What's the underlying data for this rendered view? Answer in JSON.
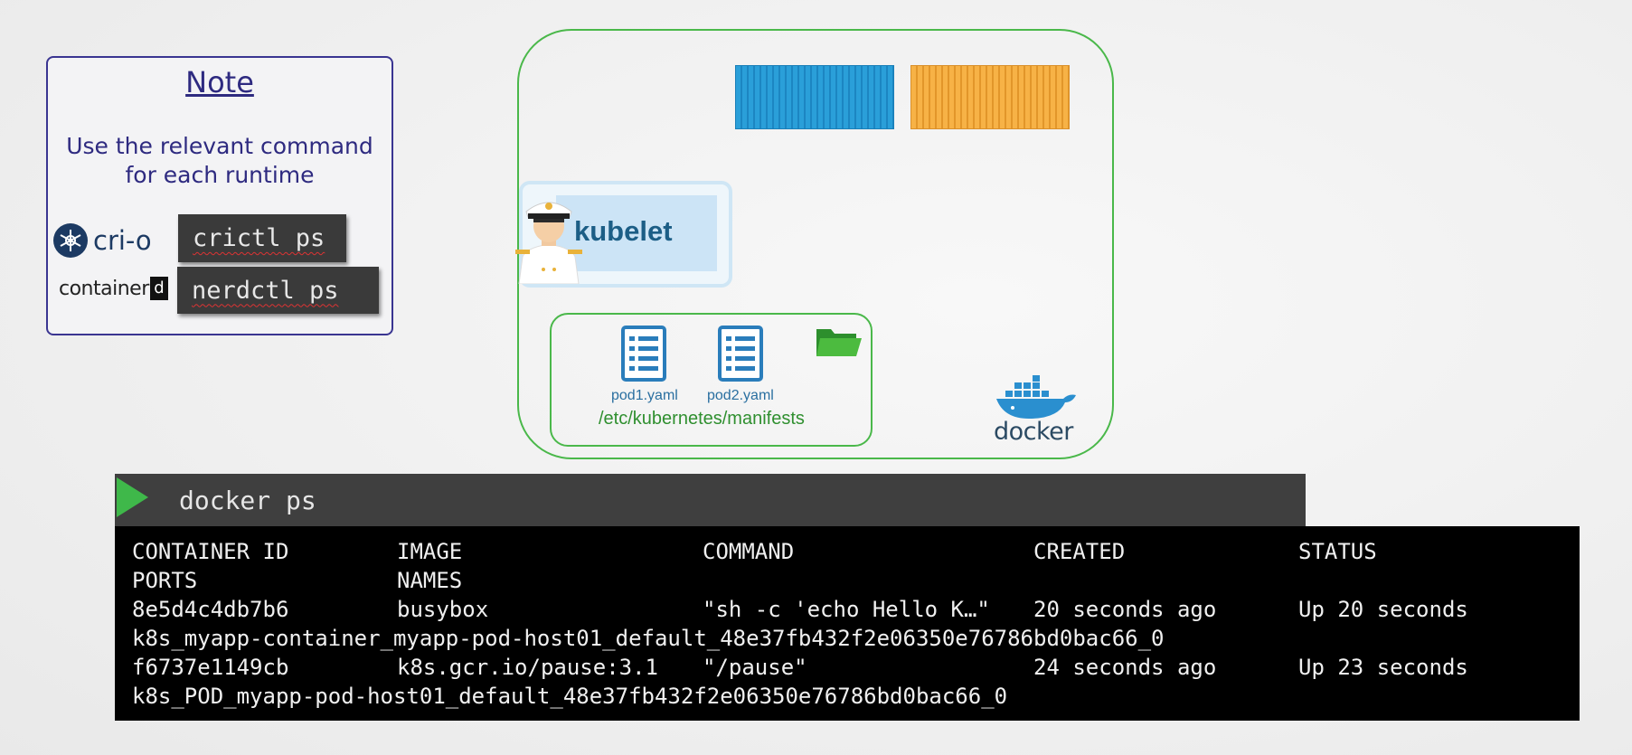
{
  "note": {
    "title": "Note",
    "text": "Use the relevant command\nfor each runtime",
    "runtimes": [
      {
        "logo_text": "cri-o",
        "command": "crictl ps"
      },
      {
        "logo_text": "container",
        "logo_suffix": "d",
        "command": "nerdctl ps"
      }
    ]
  },
  "node": {
    "kubelet_label": "kubelet",
    "files": [
      "pod1.yaml",
      "pod2.yaml"
    ],
    "manifests_path": "/etc/kubernetes/manifests",
    "runtime_logo_text": "docker",
    "colors": {
      "border": "#4ab84a",
      "container_blue": "#2a9fd9",
      "container_orange": "#f7b246"
    }
  },
  "terminal": {
    "command": "docker ps",
    "headers": [
      "CONTAINER ID",
      "IMAGE",
      "COMMAND",
      "CREATED",
      "STATUS",
      "PORTS",
      "NAMES"
    ],
    "rows": [
      {
        "container_id": "8e5d4c4db7b6",
        "image": "busybox",
        "command": "\"sh -c 'echo Hello K…\"",
        "created": "20 seconds ago",
        "status": "Up 20 seconds",
        "names": "k8s_myapp-container_myapp-pod-host01_default_48e37fb432f2e06350e76786bd0bac66_0"
      },
      {
        "container_id": "f6737e1149cb",
        "image": "k8s.gcr.io/pause:3.1",
        "command": "\"/pause\"",
        "created": "24 seconds ago",
        "status": "Up 23 seconds",
        "names": "k8s_POD_myapp-pod-host01_default_48e37fb432f2e06350e76786bd0bac66_0"
      }
    ]
  }
}
